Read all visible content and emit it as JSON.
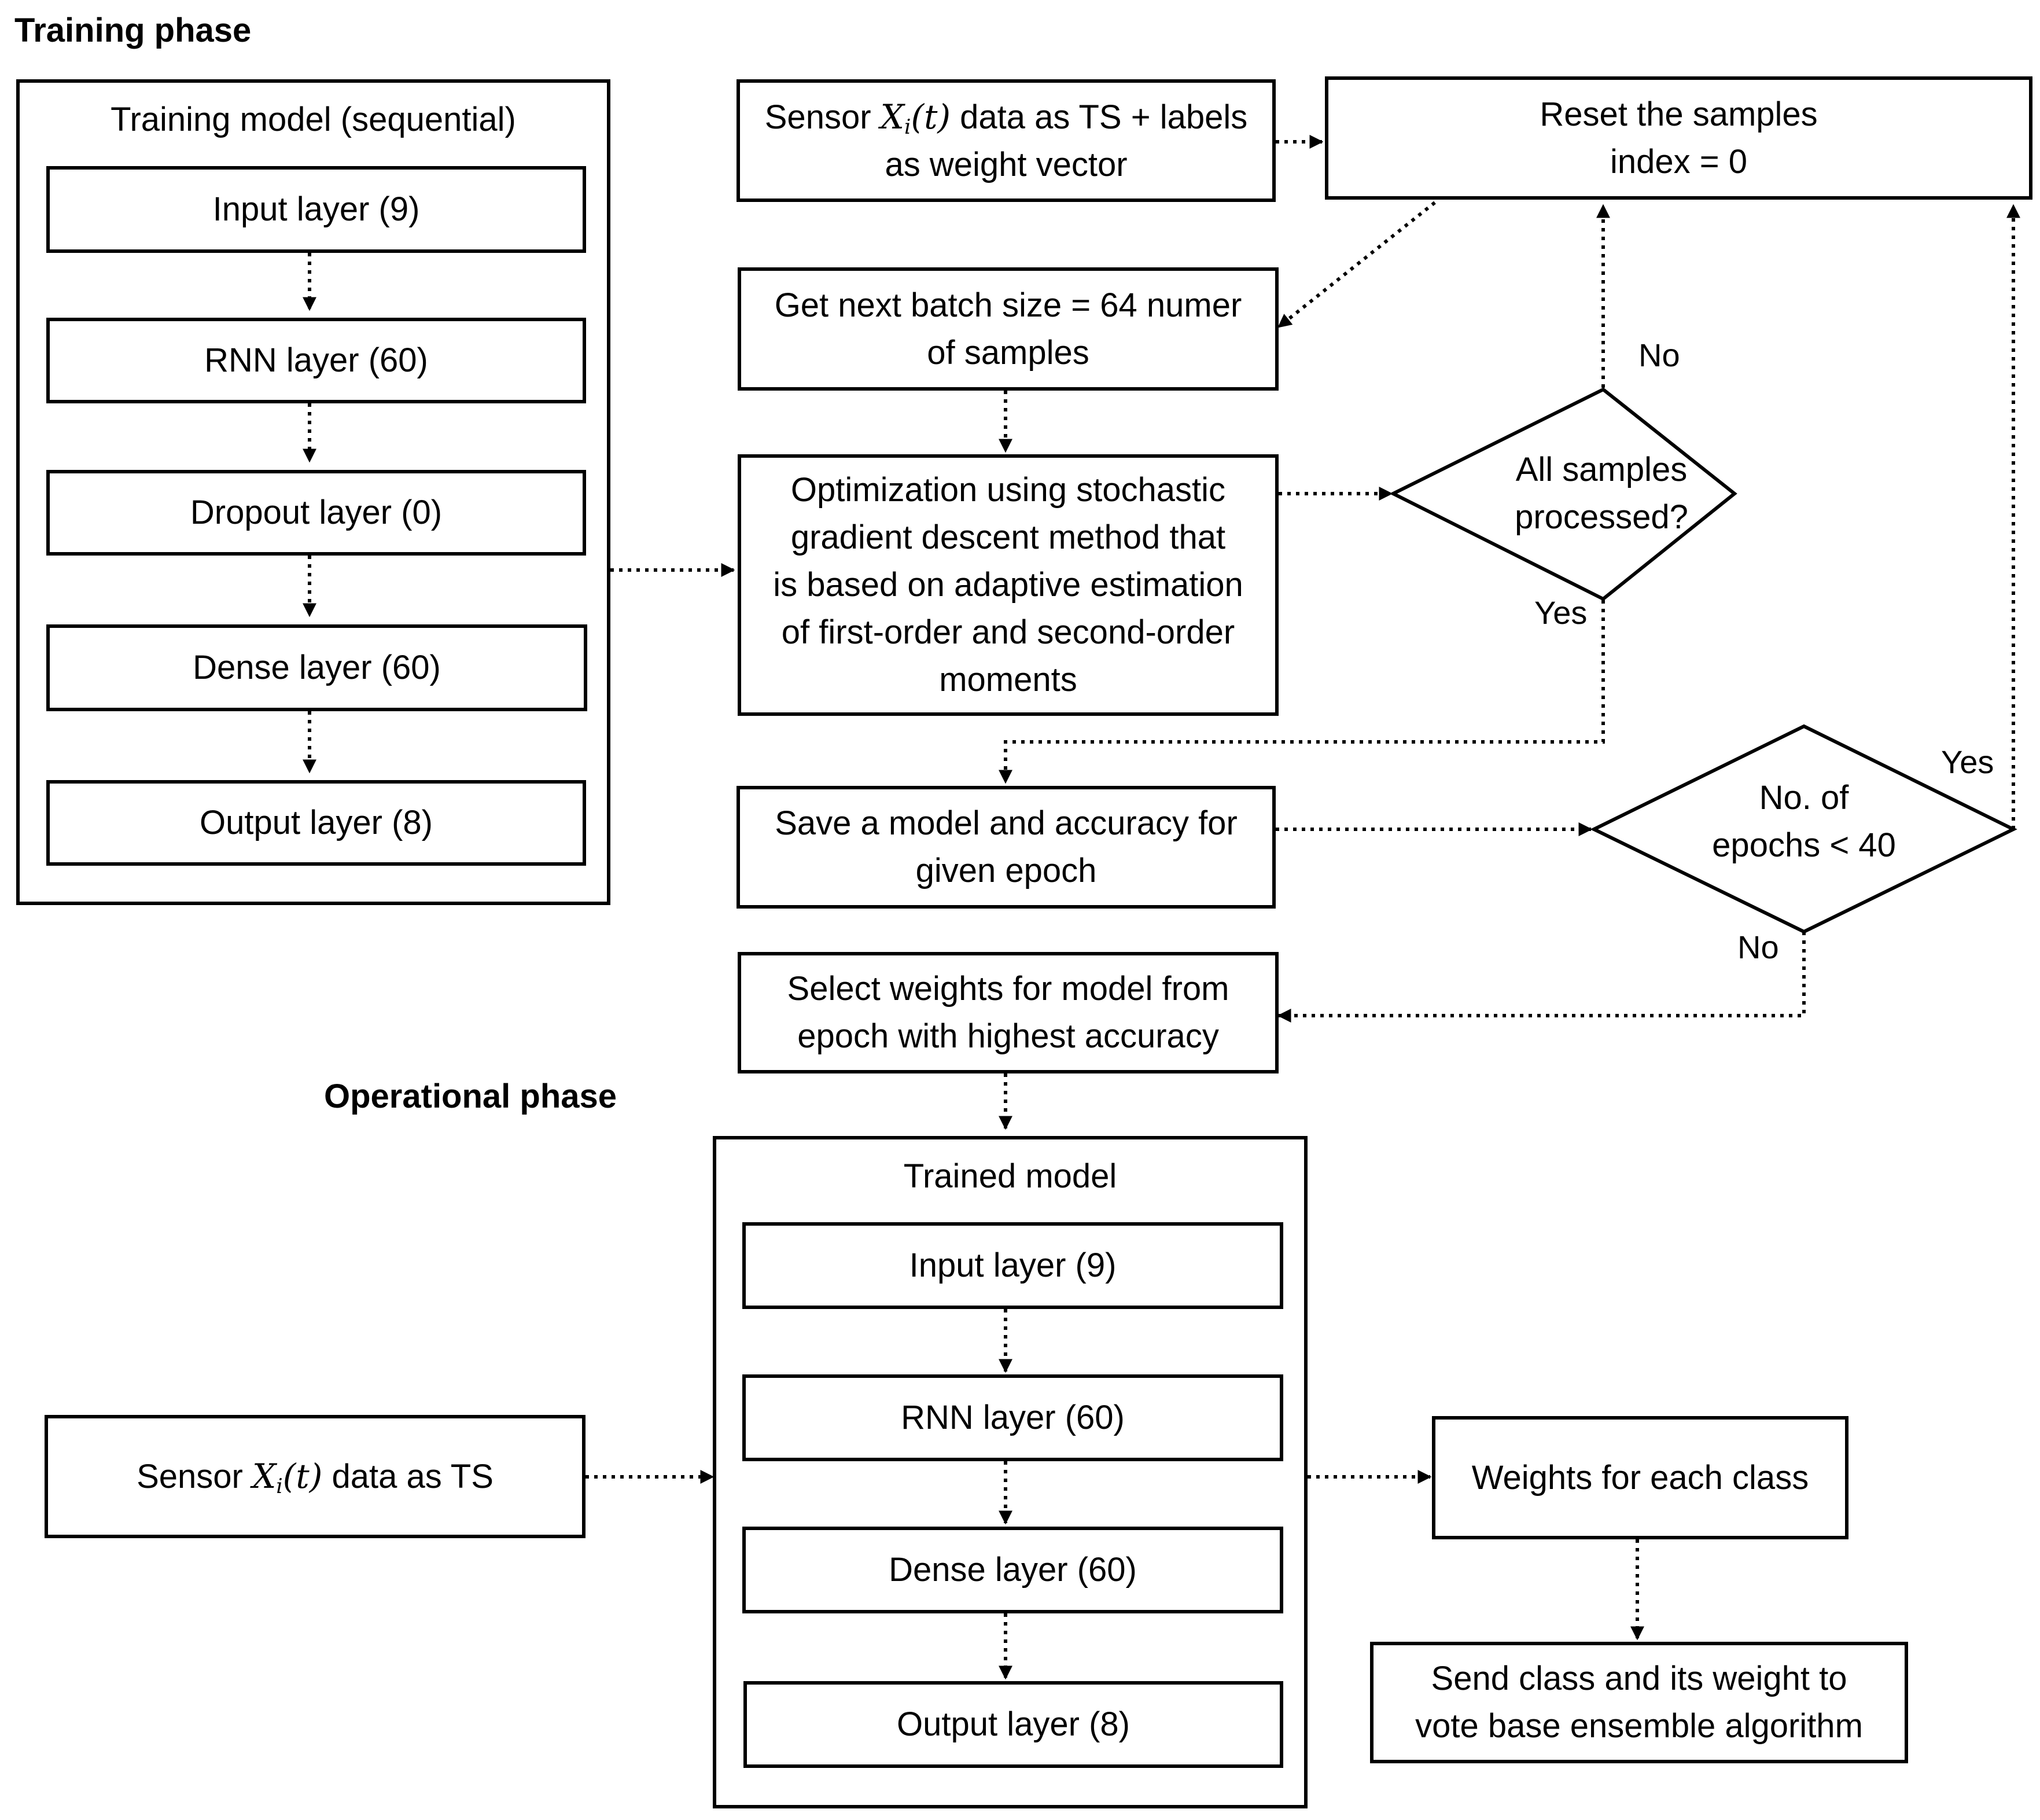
{
  "headings": {
    "training": "Training phase",
    "operational": "Operational phase"
  },
  "training_model": {
    "title": "Training model (sequential)",
    "layers": [
      "Input layer (9)",
      "RNN layer (60)",
      "Dropout layer (0)",
      "Dense layer (60)",
      "Output layer (8)"
    ]
  },
  "sensor_labels": {
    "prefix": "Sensor",
    "var": "X",
    "sub": "i",
    "arg": "(t)",
    "line1_suffix": "data as TS + labels",
    "line2": "as weight vector"
  },
  "reset_samples": {
    "line1": "Reset the samples",
    "line2": "index = 0"
  },
  "next_batch": {
    "line1": "Get next batch size = 64 numer",
    "line2": "of samples"
  },
  "optimization": {
    "lines": [
      "Optimization using stochastic",
      "gradient descent method that",
      "is based on adaptive estimation",
      "of first-order and second-order",
      "moments"
    ]
  },
  "decision_samples": {
    "line1": "All samples",
    "line2": "processed?"
  },
  "save_model": {
    "line1": "Save a model and accuracy for",
    "line2": "given epoch"
  },
  "decision_epochs": {
    "line1": "No. of",
    "line2": "epochs < 40"
  },
  "select_weights": {
    "line1": "Select weights for model from",
    "line2": "epoch with highest accuracy"
  },
  "edge_labels": {
    "samples_no": "No",
    "samples_yes": "Yes",
    "epochs_yes": "Yes",
    "epochs_no": "No"
  },
  "trained_model": {
    "title": "Trained model",
    "layers": [
      "Input layer (9)",
      "RNN layer (60)",
      "Dense layer (60)",
      "Output layer (8)"
    ]
  },
  "sensor_ts": {
    "prefix": "Sensor",
    "var": "X",
    "sub": "i",
    "arg": "(t)",
    "suffix": "data as TS"
  },
  "weights_class": {
    "label": "Weights for each class"
  },
  "send_class": {
    "line1": "Send class and its weight to",
    "line2": "vote base ensemble algorithm"
  }
}
